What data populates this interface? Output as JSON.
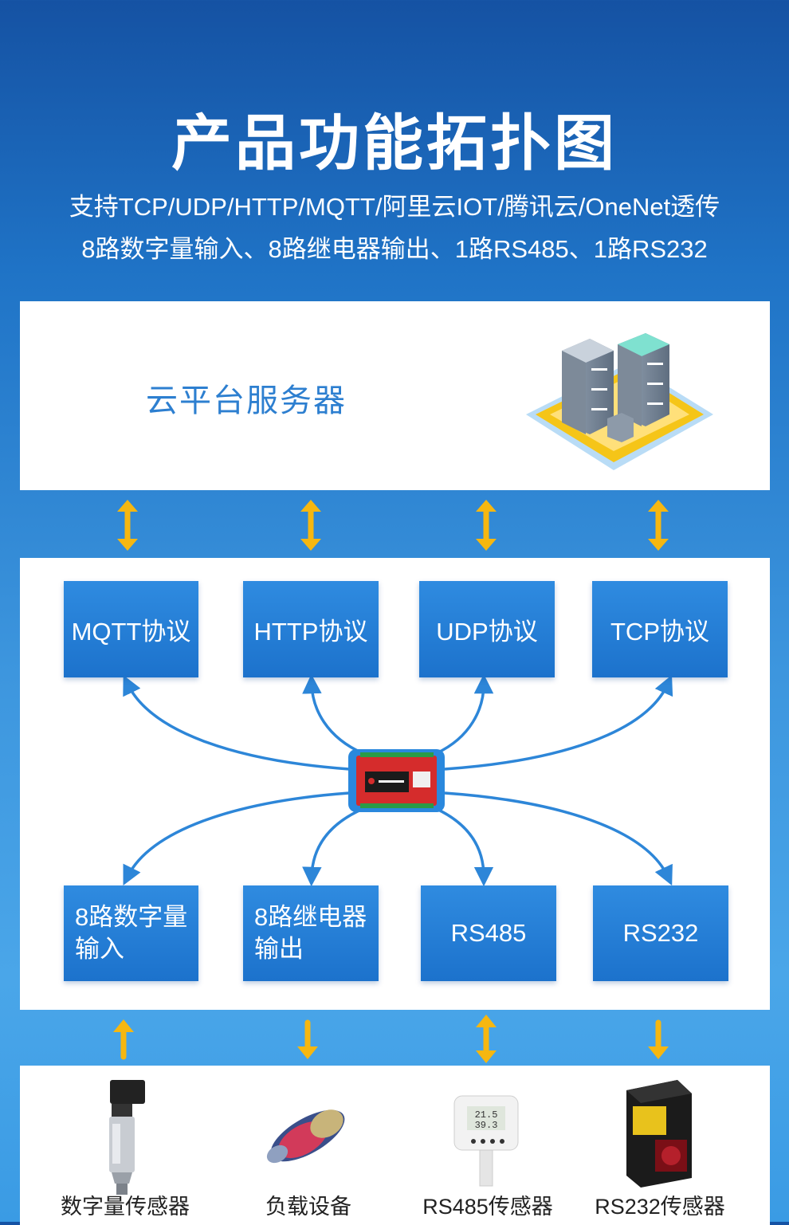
{
  "header": {
    "title": "产品功能拓扑图",
    "subtitle_line1": "支持TCP/UDP/HTTP/MQTT/阿里云IOT/腾讯云/OneNet透传",
    "subtitle_line2": "8路数字量输入、8路继电器输出、1路RS485、1路RS232"
  },
  "cloud": {
    "label": "云平台服务器",
    "icon": "server-rack-icon"
  },
  "protocols": [
    {
      "label": "MQTT协议"
    },
    {
      "label": "HTTP协议"
    },
    {
      "label": "UDP协议"
    },
    {
      "label": "TCP协议"
    }
  ],
  "interfaces": [
    {
      "label": "8路数字量\n输入",
      "line1": "8路数字量",
      "line2": "输入"
    },
    {
      "label": "8路继电器\n输出",
      "line1": "8路继电器",
      "line2": "输出"
    },
    {
      "label": "RS485"
    },
    {
      "label": "RS232"
    }
  ],
  "devices": [
    {
      "label": "数字量传感器",
      "icon": "pressure-sensor-icon",
      "arrow": "up"
    },
    {
      "label": "负载设备",
      "icon": "motor-load-icon",
      "arrow": "down"
    },
    {
      "label": "RS485传感器",
      "icon": "temp-humidity-sensor-icon",
      "arrow": "both"
    },
    {
      "label": "RS232传感器",
      "icon": "laser-sensor-icon",
      "arrow": "down"
    }
  ],
  "colors": {
    "arrow": "#f6b710",
    "box": "#1f76cf",
    "connector": "#2d86d8",
    "module": "#d52c2c"
  }
}
